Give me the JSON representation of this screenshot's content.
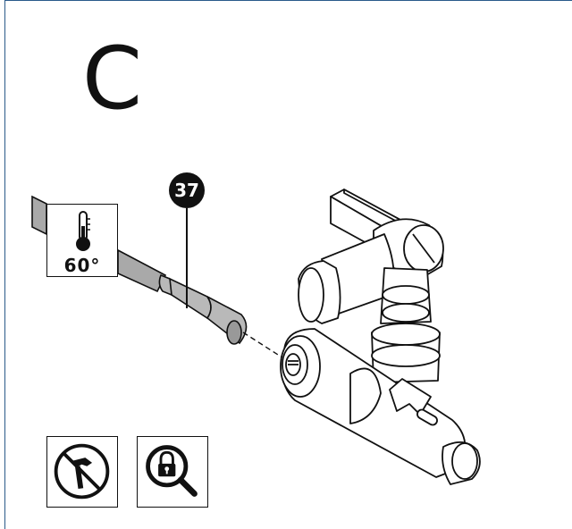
{
  "step": {
    "letter": "C"
  },
  "callout": {
    "number": "37"
  },
  "temperature": {
    "label": "60°",
    "icon": "thermometer-icon"
  },
  "warnings": [
    {
      "icon": "no-hammer-icon"
    },
    {
      "icon": "lock-inspect-icon"
    }
  ]
}
